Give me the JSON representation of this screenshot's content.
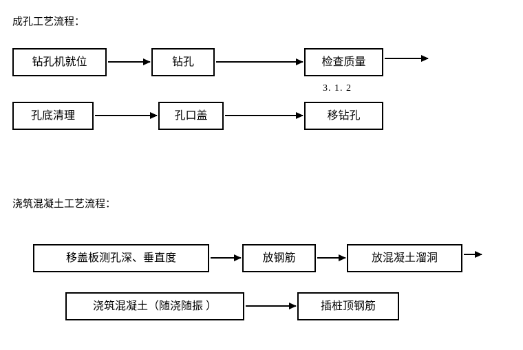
{
  "document": {
    "background_color": "#ffffff",
    "line_color": "#000000"
  },
  "sections": [
    {
      "heading": "成孔工艺流程：",
      "note": "3. 1. 2",
      "rows": [
        {
          "boxes": [
            "钻孔机就位",
            "钻孔",
            "检查质量"
          ],
          "trailing_arrow": true
        },
        {
          "boxes": [
            "孔底清理",
            "孔口盖",
            "移钻孔"
          ],
          "trailing_arrow": false
        }
      ]
    },
    {
      "heading": "浇筑混凝土工艺流程：",
      "rows": [
        {
          "boxes": [
            "移盖板测孔深、垂直度",
            "放钢筋",
            "放混凝土溜洞"
          ],
          "trailing_arrow": true
        },
        {
          "boxes": [
            "浇筑混凝土（随浇随振 ）",
            "插桩顶钢筋"
          ],
          "trailing_arrow": false
        }
      ]
    }
  ]
}
